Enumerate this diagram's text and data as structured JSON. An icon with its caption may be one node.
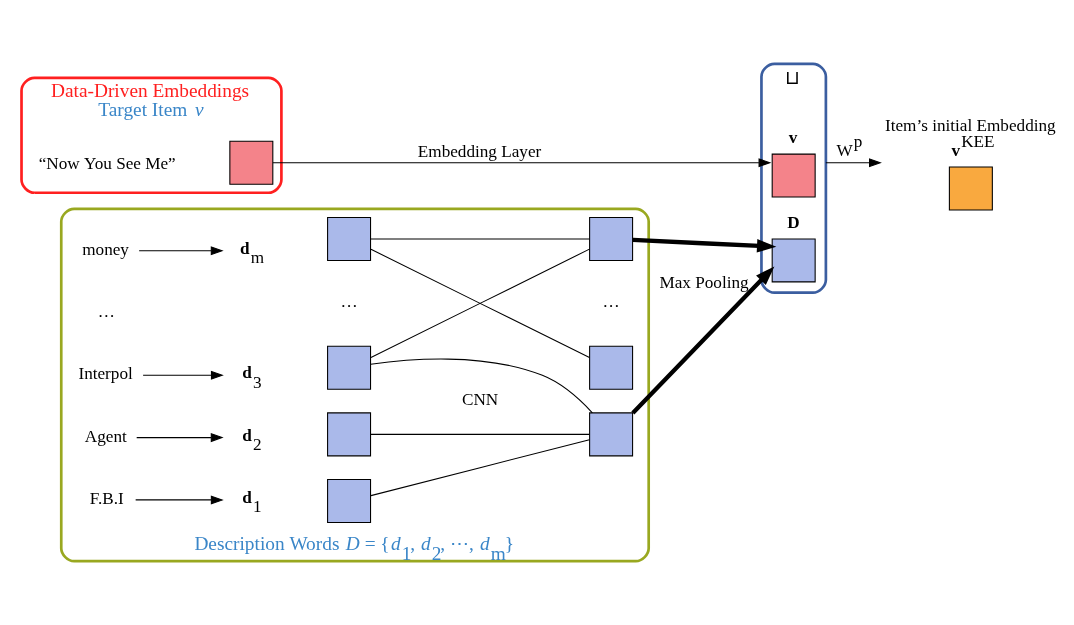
{
  "diagram": {
    "nodes": [
      {
        "text": [
          "Data-Driven Embeddings",
          "Target Item *v*"
        ]
      },
      {
        "text": [
          "“Now You See Me”"
        ],
        "in": 0
      },
      {
        "text": [],
        "shape": "box",
        "in": 0
      },
      {
        "text": [
          "⊔"
        ]
      },
      {
        "text": [],
        "shape": "box",
        "in": 3,
        "beside": [
          "**v**"
        ]
      },
      {
        "text": [],
        "shape": "box",
        "in": 3,
        "beside": [
          "**D**"
        ]
      },
      {
        "text": [],
        "shape": "box",
        "beside": [
          "Item’s initial Embedding",
          "**v**$^{KEE}$"
        ]
      },
      {
        "text": [
          "Description Words *D* = {*d*$_{1}$, *d*$_{2}$, ⋯, *d*$_{m}$}"
        ]
      },
      {
        "text": [
          "F.B.I"
        ],
        "in": 7
      },
      {
        "text": [
          "Agent"
        ],
        "in": 7
      },
      {
        "text": [
          "Interpol"
        ],
        "in": 7
      },
      {
        "text": [
          "money"
        ],
        "in": 7
      },
      {
        "text": [
          "**d**$_{1}$"
        ],
        "in": 7
      },
      {
        "text": [
          "**d**$_{2}$"
        ],
        "in": 7
      },
      {
        "text": [
          "**d**$_{3}$"
        ],
        "in": 7
      },
      {
        "text": [
          "**d**$_{m}$"
        ],
        "in": 7
      },
      {
        "text": [],
        "shape": "box",
        "in": 7
      },
      {
        "text": [],
        "shape": "box",
        "in": 7
      },
      {
        "text": [],
        "shape": "box",
        "in": 7
      },
      {
        "text": [],
        "shape": "box",
        "in": 7
      },
      {
        "text": [],
        "shape": "box",
        "in": 7
      },
      {
        "text": [],
        "shape": "box",
        "in": 7
      },
      {
        "text": [],
        "shape": "box",
        "in": 7
      }
    ],
    "edges": [
      {
        "from": 2,
        "to": 4,
        "arrow": "to",
        "label": "Embedding Layer"
      },
      {
        "from": 3,
        "to": 6,
        "arrow": "to",
        "label": "W$^{p}$"
      },
      {
        "from": 8,
        "to": 12,
        "arrow": "to"
      },
      {
        "from": 9,
        "to": 13,
        "arrow": "to"
      },
      {
        "from": 10,
        "to": 14,
        "arrow": "to"
      },
      {
        "from": 11,
        "to": 15,
        "arrow": "to"
      },
      {
        "from": 16,
        "to": 20,
        "arrow": "none"
      },
      {
        "from": 17,
        "to": 20,
        "arrow": "none"
      },
      {
        "from": 18,
        "to": 20,
        "arrow": "none"
      },
      {
        "from": 18,
        "to": 22,
        "arrow": "none"
      },
      {
        "from": 19,
        "to": 21,
        "arrow": "none"
      },
      {
        "from": 19,
        "to": 22,
        "arrow": "none"
      },
      {
        "from": 20,
        "to": 5,
        "arrow": "to",
        "style": "thick",
        "label": "Max Pooling"
      },
      {
        "from": 22,
        "to": 5,
        "arrow": "to",
        "style": "thick"
      }
    ],
    "labels": [
      "…",
      "…",
      "CNN",
      "…"
    ]
  }
}
